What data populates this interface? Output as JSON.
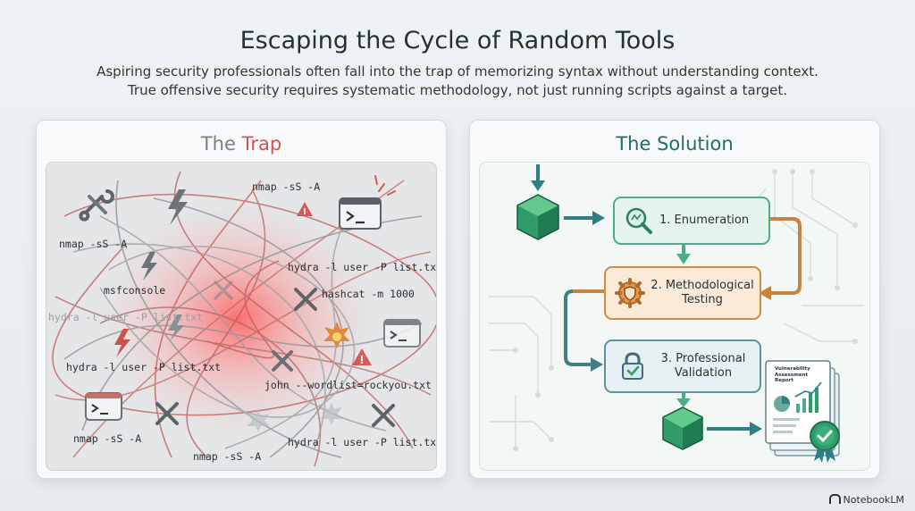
{
  "title": "Escaping the Cycle of Random Tools",
  "subtitle_line1": "Aspiring security professionals often fall into the trap of memorizing syntax without understanding context.",
  "subtitle_line2": "True offensive security requires systematic methodology, not just running scripts against a target.",
  "left_panel": {
    "title_part1": "The ",
    "title_part2": "Trap",
    "commands": {
      "c1": "nmap -sS -A",
      "c2": "nmap -sS -A",
      "c3": "msfconsole",
      "c4": "hydra -l user -P list.txt",
      "c5": "hashcat -m 1000",
      "c6": "hydra -l user -P list.txt",
      "c7": "john --wordlist=rockyou.txt",
      "c8": "nmap -sS -A",
      "c9": "hydra -l user -P list.txt",
      "c10": "nmap -sS -A",
      "c11": "hydra -l user -P list.txt"
    }
  },
  "right_panel": {
    "title": "The Solution",
    "step1": "1. Enumeration",
    "step2_line1": "2. Methodological",
    "step2_line2": "Testing",
    "step3_line1": "3. Professional",
    "step3_line2": "Validation",
    "report_line1": "Vulnerability",
    "report_line2": "Assessment",
    "report_line3": "Report"
  },
  "brand": "NotebookLM",
  "colors": {
    "trap_red": "#d0544f",
    "solution_teal": "#1f6f68",
    "enumeration_green": "#4eab8c",
    "testing_orange": "#d08a46",
    "validation_blue": "#5f8fa0"
  }
}
